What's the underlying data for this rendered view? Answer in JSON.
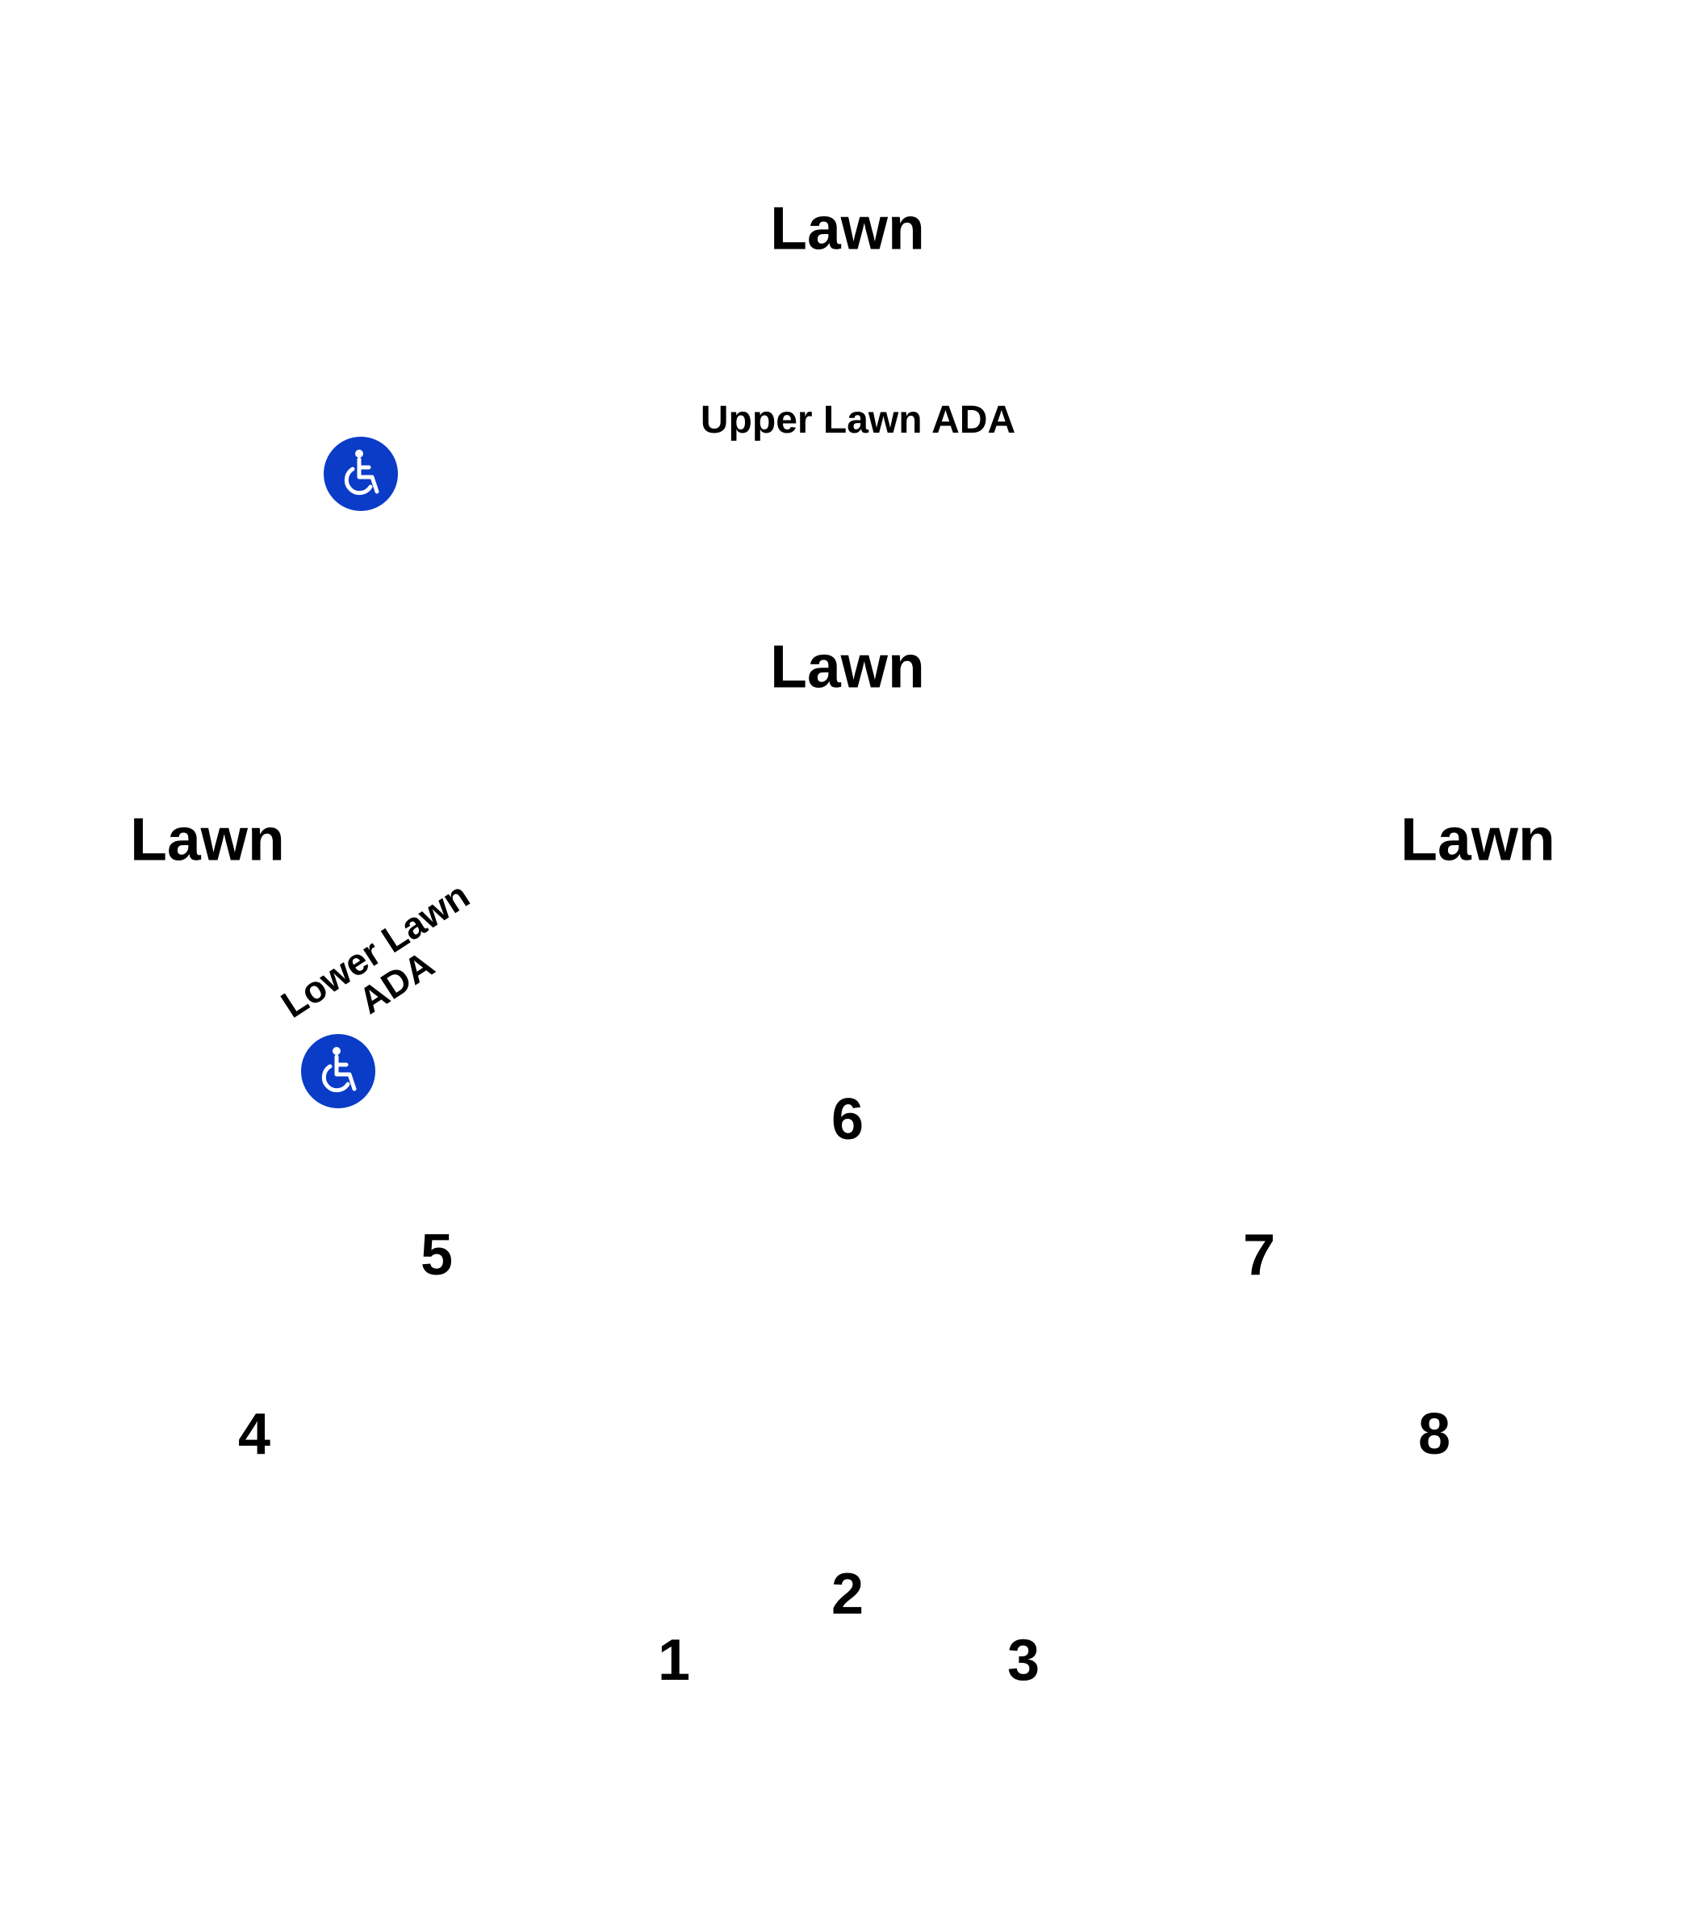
{
  "map": {
    "lawn_labels": [
      "Lawn",
      "Lawn",
      "Lawn",
      "Lawn"
    ],
    "upper_ada": {
      "label": "Upper Lawn ADA",
      "icon": "wheelchair-accessible-icon"
    },
    "lower_ada": {
      "label_line1": "Lower Lawn",
      "label_line2": "ADA",
      "icon": "wheelchair-accessible-icon"
    },
    "sections": [
      "1",
      "2",
      "3",
      "4",
      "5",
      "6",
      "7",
      "8"
    ],
    "colors": {
      "ada_blue": "#0a3cc8",
      "text": "#000000",
      "background": "#ffffff"
    }
  }
}
